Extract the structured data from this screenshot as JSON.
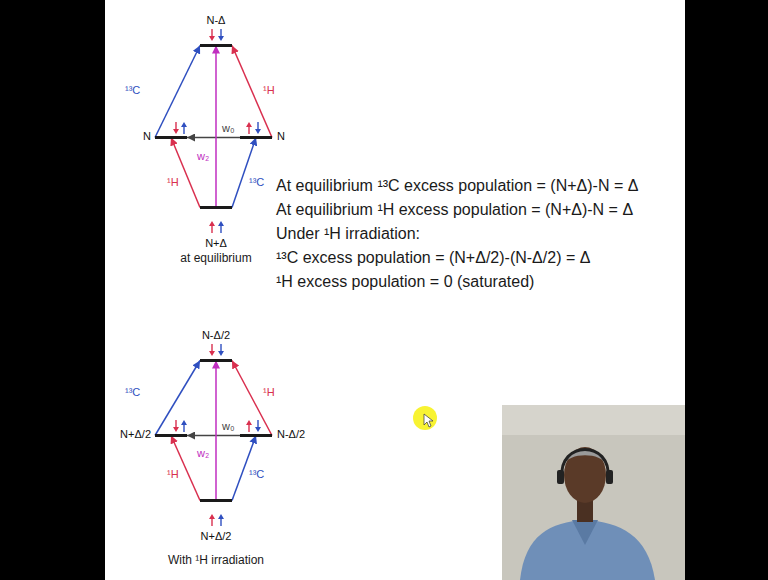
{
  "diagram": {
    "nodes": [
      {
        "text": [
          "N-Δ"
        ]
      },
      {
        "text": [
          "N"
        ]
      },
      {
        "text": [
          "N"
        ]
      },
      {
        "text": [
          "N+Δ"
        ]
      },
      {
        "text": [
          "N-Δ/2"
        ]
      },
      {
        "text": [
          "N+Δ/2"
        ]
      },
      {
        "text": [
          "N-Δ/2"
        ]
      },
      {
        "text": [
          "N+Δ/2"
        ]
      }
    ],
    "edges": [
      {
        "from": 1,
        "to": 0,
        "arrow": "to",
        "label": "¹³C"
      },
      {
        "from": 2,
        "to": 0,
        "arrow": "to",
        "label": "¹H"
      },
      {
        "from": 2,
        "to": 1,
        "arrow": "to",
        "label": "w₀"
      },
      {
        "from": 3,
        "to": 0,
        "arrow": "to",
        "label": "w₂"
      },
      {
        "from": 3,
        "to": 1,
        "arrow": "to",
        "label": "¹H"
      },
      {
        "from": 3,
        "to": 2,
        "arrow": "to",
        "label": "¹³C"
      },
      {
        "from": 5,
        "to": 4,
        "arrow": "to",
        "label": "¹³C"
      },
      {
        "from": 6,
        "to": 4,
        "arrow": "to",
        "label": "¹H"
      },
      {
        "from": 6,
        "to": 5,
        "arrow": "to",
        "label": "w₀"
      },
      {
        "from": 7,
        "to": 4,
        "arrow": "to",
        "label": "w₂"
      },
      {
        "from": 7,
        "to": 5,
        "arrow": "to",
        "label": "¹H"
      },
      {
        "from": 7,
        "to": 6,
        "arrow": "to",
        "label": "¹³C"
      }
    ],
    "labels": [
      "at equilibrium",
      "At equilibrium ¹³C excess population = (N+Δ)-N = Δ",
      "At equilibrium ¹H excess population = (N+Δ)-N = Δ",
      "Under ¹H irradiation:",
      "¹³C excess population = (N+Δ/2)-(N-Δ/2) = Δ",
      "¹H excess population = 0 (saturated)",
      "With ¹H irradiation"
    ]
  }
}
